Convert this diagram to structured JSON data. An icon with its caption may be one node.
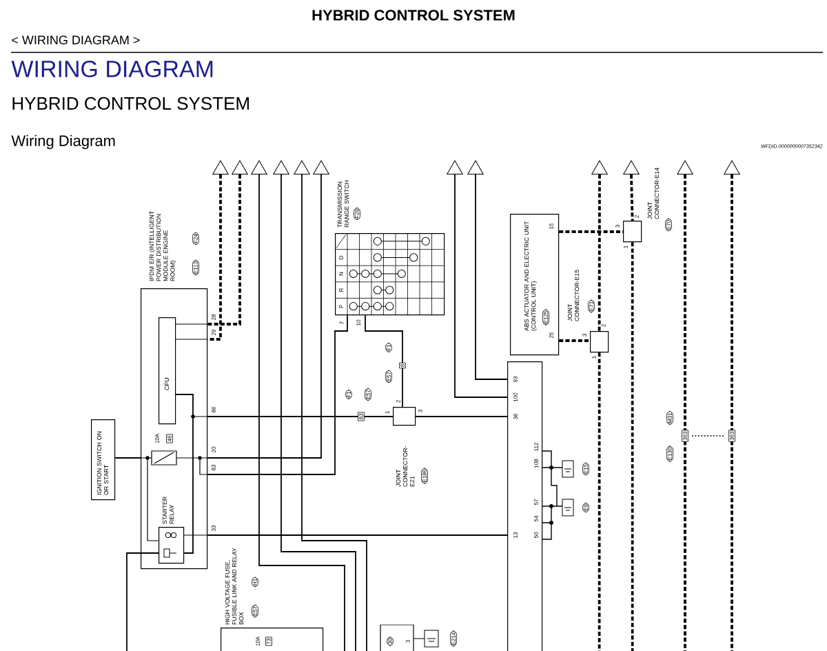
{
  "diagram": {
    "title": "HYBRID CONTROL SYSTEM",
    "nodes": [
      {
        "text": [
          "IPDM E/R (INTELLIGENT POWER DISTRIBUTION MODULE ENGINE ROOM)"
        ],
        "beside": [
          "F24",
          "E113"
        ]
      },
      {
        "text": [
          "CPU"
        ],
        "in": 0
      },
      {
        "text": [
          "STARTER RELAY"
        ],
        "in": 0
      },
      {
        "text": [
          "IGNITION SWITCH ON OR START"
        ]
      },
      {
        "text": [
          "TRANSMISSION RANGE SWITCH"
        ],
        "beside": [
          "F29"
        ]
      },
      {
        "text": [
          "JOINT CONNECTOR-E21"
        ]
      },
      {
        "text": [
          "ABS ACTUATOR AND ELECTRIC UNIT (CONTROL UNIT)",
          "E125"
        ]
      },
      {
        "text": [
          "JOINT CONNECTOR-E15"
        ],
        "beside": [
          "E71"
        ]
      },
      {
        "text": [
          "JOINT CONNECTOR-E14"
        ]
      },
      {
        "text": [],
        "shape": "box"
      },
      {
        "text": [
          "HIGH VOLTAGE FUSE, FUSIBLE LINK AND RELAY BOX"
        ],
        "beside": [
          "H1",
          "E57"
        ]
      },
      {
        "text": [],
        "shape": "triangle"
      },
      {
        "text": [],
        "shape": "triangle"
      },
      {
        "text": [],
        "shape": "triangle"
      },
      {
        "text": [],
        "shape": "triangle"
      },
      {
        "text": [],
        "shape": "triangle"
      },
      {
        "text": [],
        "shape": "triangle"
      },
      {
        "text": [],
        "shape": "triangle"
      },
      {
        "text": [],
        "shape": "triangle"
      },
      {
        "text": [],
        "shape": "triangle"
      },
      {
        "text": [],
        "shape": "triangle"
      },
      {
        "text": [],
        "shape": "triangle"
      },
      {
        "text": [],
        "shape": "triangle"
      }
    ],
    "edges": [
      {
        "from": 11,
        "to": 0,
        "arrow": "none",
        "style": "dashed"
      },
      {
        "from": 12,
        "to": 0,
        "arrow": "none",
        "style": "dashed"
      },
      {
        "from": 13,
        "to": null,
        "arrow": "none"
      },
      {
        "from": 14,
        "to": null,
        "arrow": "none"
      },
      {
        "from": 15,
        "to": null,
        "arrow": "none"
      },
      {
        "from": 16,
        "to": 0,
        "arrow": "none"
      },
      {
        "from": 4,
        "to": 0,
        "arrow": "none"
      },
      {
        "from": 4,
        "to": 5,
        "arrow": "none"
      },
      {
        "from": 0,
        "to": 5,
        "arrow": "none"
      },
      {
        "from": 5,
        "to": 9,
        "arrow": "none"
      },
      {
        "from": 0,
        "to": 9,
        "arrow": "none"
      },
      {
        "from": 3,
        "to": 0,
        "arrow": "none"
      },
      {
        "from": 17,
        "to": 9,
        "arrow": "none"
      },
      {
        "from": 18,
        "to": 9,
        "arrow": "none"
      },
      {
        "from": 6,
        "to": 8,
        "arrow": "none",
        "style": "dashed"
      },
      {
        "from": 6,
        "to": 7,
        "arrow": "none",
        "style": "dashed"
      },
      {
        "from": 19,
        "to": 7,
        "arrow": "none",
        "style": "dashed"
      },
      {
        "from": 7,
        "to": null,
        "arrow": "none",
        "style": "dashed"
      },
      {
        "from": 20,
        "to": 8,
        "arrow": "none",
        "style": "dashed"
      },
      {
        "from": 8,
        "to": null,
        "arrow": "none",
        "style": "dashed"
      },
      {
        "from": 21,
        "to": null,
        "arrow": "none",
        "style": "dashed"
      },
      {
        "from": 22,
        "to": null,
        "arrow": "none",
        "style": "dashed"
      },
      {
        "from": 1,
        "to": 2,
        "arrow": "none"
      }
    ],
    "labels": [
      "< WIRING DIAGRAM >",
      "WIRING DIAGRAM",
      "HYBRID CONTROL SYSTEM",
      "Wiring Diagram",
      "WFDID.0000000007352342",
      "28",
      "29",
      "86",
      "20",
      "83",
      "33",
      "10A",
      "46",
      "D",
      "N",
      "R",
      "P",
      "7",
      "10",
      "F1",
      "E57",
      "8",
      "F1",
      "E57",
      "83",
      "1",
      "2",
      "3",
      "93",
      "100",
      "36",
      "13",
      "112",
      "108",
      "57",
      "54",
      "50",
      "E15",
      "E9",
      "15",
      "25",
      "3",
      "2",
      "1",
      "3",
      "2",
      "1",
      "M31",
      "E130",
      "363",
      "363",
      "10A",
      "73",
      "30",
      "3",
      "E214",
      "E186",
      "E70"
    ]
  }
}
